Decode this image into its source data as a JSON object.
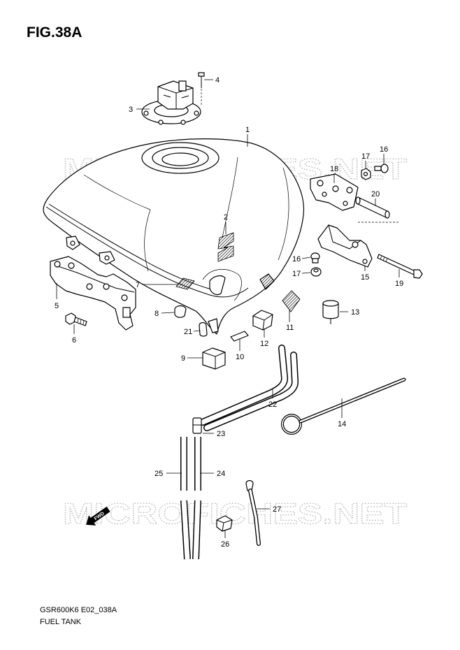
{
  "figure": {
    "title": "FIG.38A",
    "model_code": "GSR600K6 E02_038A",
    "caption": "FUEL TANK"
  },
  "watermark": "MICROFICHES.NET",
  "fwd_label": "FWD",
  "callouts": [
    "4",
    "3",
    "1",
    "16",
    "17",
    "18",
    "20",
    "2",
    "16",
    "17",
    "15",
    "19",
    "7",
    "5",
    "8",
    "13",
    "11",
    "21",
    "6",
    "12",
    "9",
    "10",
    "22",
    "14",
    "23",
    "25",
    "24",
    "27",
    "26"
  ]
}
